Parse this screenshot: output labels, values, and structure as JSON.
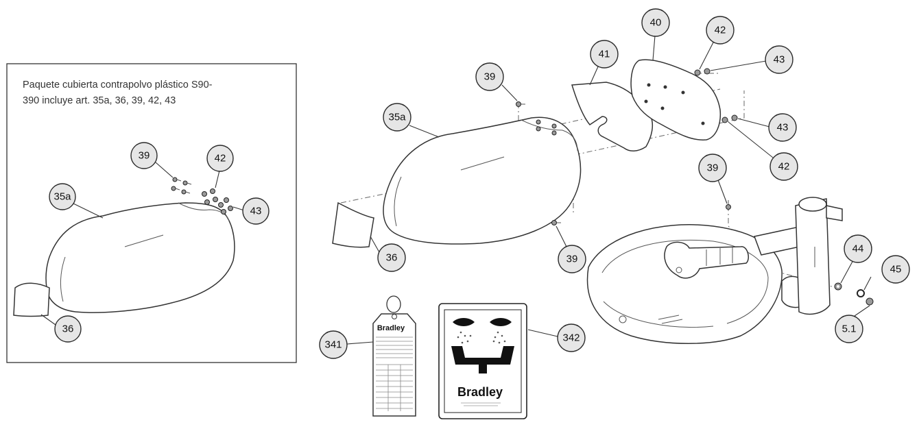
{
  "inset": {
    "caption_line1": "Paquete cubierta contrapolvo plástico S90-",
    "caption_line2": "390 incluye art. 35a, 36, 39, 42, 43"
  },
  "callouts": {
    "inset_39": "39",
    "inset_42": "42",
    "inset_35a": "35a",
    "inset_43": "43",
    "inset_36": "36",
    "main_39_top": "39",
    "main_35a": "35a",
    "main_41": "41",
    "main_40": "40",
    "main_42_top": "42",
    "main_43_top": "43",
    "main_43_mid": "43",
    "main_42_mid": "42",
    "main_39_right": "39",
    "main_39_bottom": "39",
    "main_36": "36",
    "main_44": "44",
    "main_45": "45",
    "main_51": "5.1",
    "main_341": "341",
    "main_342": "342"
  },
  "tag_341": {
    "brand": "Bradley"
  },
  "sign_342": {
    "brand": "Bradley"
  }
}
